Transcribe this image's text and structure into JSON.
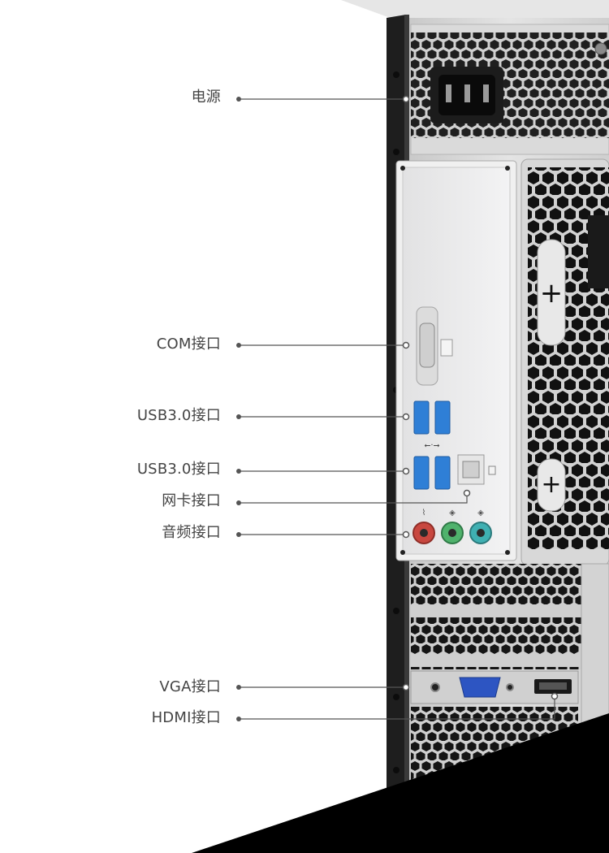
{
  "callouts": [
    {
      "id": "power",
      "label": "电源"
    },
    {
      "id": "com",
      "label": "COM接口"
    },
    {
      "id": "usb-a",
      "label": "USB3.0接口"
    },
    {
      "id": "usb-b",
      "label": "USB3.0接口"
    },
    {
      "id": "lan",
      "label": "网卡接口"
    },
    {
      "id": "audio",
      "label": "音频接口"
    },
    {
      "id": "vga",
      "label": "VGA接口"
    },
    {
      "id": "hdmi",
      "label": "HDMI接口"
    }
  ],
  "colors": {
    "background": "#ffffff",
    "chassis_steel": "#d6d6d6",
    "chassis_black": "#1e1e1e",
    "io_shield": "#e9e9ea",
    "usb_blue": "#2f7fd6",
    "vga_blue": "#2d55c2",
    "audio_red": "#c8473f",
    "audio_green": "#4fb26c",
    "audio_teal": "#3fb0b2",
    "leader_line": "#555555",
    "label_text": "#444444"
  }
}
